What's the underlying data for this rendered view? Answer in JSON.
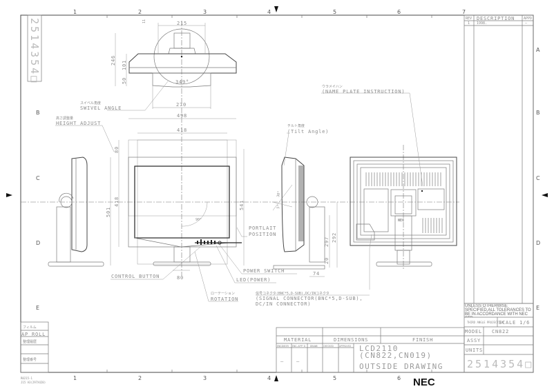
{
  "drawing_number": "2514354□",
  "grid": {
    "columns": [
      "1",
      "2",
      "3",
      "4",
      "5",
      "6",
      "7"
    ],
    "rows": [
      "A",
      "B",
      "C",
      "D",
      "E"
    ]
  },
  "revision_table": {
    "headers": [
      "REV",
      "DESCRIPTION",
      "APPD"
    ],
    "rows": [
      {
        "rev": "1",
        "description": "1998.",
        "appd": "—"
      }
    ]
  },
  "labels": {
    "swivel_angle_jp": "スイベル角度",
    "swivel_angle": "SWIVEL ANGLE",
    "height_adjust_jp": "高さ調整量",
    "height_adjust": "HEIGHT ADJUST",
    "tilt_angle_jp": "チルト角度",
    "tilt_angle": "(Tilt Angle)",
    "name_plate_jp": "ウラメイハン",
    "name_plate": "(NAME PLATE INSTRUCTION)",
    "portrait_line1": "PORTLAIT",
    "portrait_line2": "POSITION",
    "power_switch": "POWER SWITCH",
    "led_power": "LED(POWER)",
    "control_button": "CONTROL BUTTON",
    "rotation_jp": "ローテーション",
    "rotation": "ROTATION",
    "signal_jp": "信号コネクタ(BNC*5,D-SUB),DC/INコネクタ",
    "signal_line1": "(SIGNAL CONNECTOR(BNC*5,D-SUB),",
    "signal_line2": "DC/IN CONNECTOR)"
  },
  "dimensions": {
    "top_width": "215",
    "top_small": "11",
    "top_depth": "246",
    "top_body": "101",
    "top_stand": "50",
    "swivel": "349°",
    "base_width": "270",
    "front_width": "498",
    "screen_width": "418",
    "height_adjust": "80",
    "total_height": "501",
    "screen_height": "418",
    "portrait_height": "541",
    "rotation": "90°",
    "base_offset": "80",
    "tilt_up": "30°",
    "tilt_down": "5°",
    "side_297": "297",
    "side_292": "292",
    "side_20": "20",
    "side_74": "74"
  },
  "title_block": {
    "note": "UNLESS OTHERWISE SPECIFIED,ALL TOLERANCES TO BE IN ACCORDANCE WITH NEC STD",
    "projection": "THIRD ANGLE PROJECTION",
    "scale": "SCALE 1/6",
    "model_label": "MODEL",
    "model": "CN822",
    "assy_label": "ASSY",
    "units_label": "UNITS",
    "material": "MATERIAL",
    "dimensions": "DIMENSIONS",
    "finish": "FINISH",
    "signoffs": [
      "ENGINEER",
      "ENG.APP'D",
      "DRAWN",
      "CHECKED",
      "APPROVED"
    ],
    "signoff_values": [
      "—",
      "—"
    ],
    "product": "LCD2110",
    "product_codes": "(CN822,CN019)",
    "drawing_title": "OUTSIDE DRAWING",
    "brand": "NEC"
  },
  "left_block": {
    "rows": [
      "フィルム",
      "AP ROLL",
      "整理履歴",
      "",
      "整理番号",
      ""
    ],
    "foot1": "R0215-1",
    "foot2": "J15 A3(297X420)"
  }
}
